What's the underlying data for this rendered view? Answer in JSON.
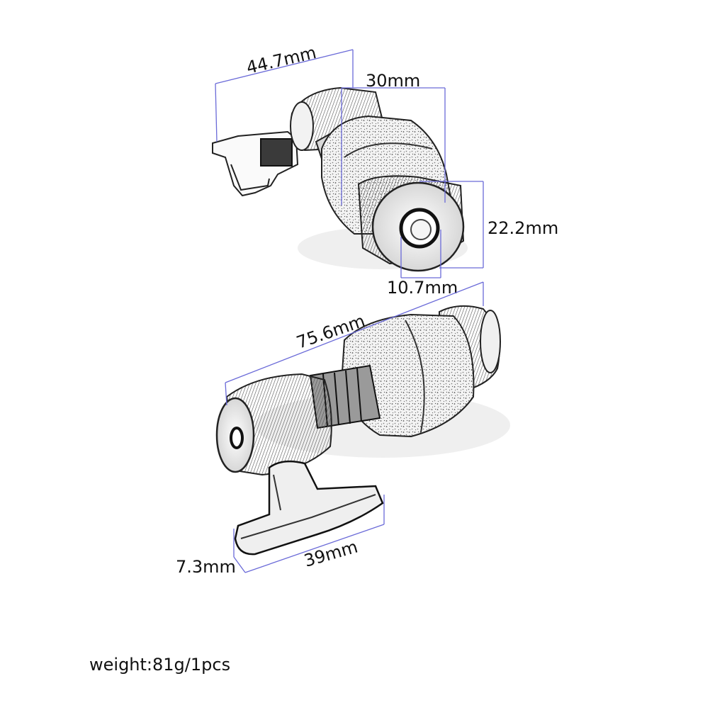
{
  "dimensions": {
    "top_length": "44.7mm",
    "top_width": "30mm",
    "outer_diameter": "22.2mm",
    "inner_diameter": "10.7mm",
    "total_length": "75.6mm",
    "wing_height": "7.3mm",
    "wing_length": "39mm"
  },
  "weight": "weight:81g/1pcs",
  "colors": {
    "dimension_line": "#6a6ad8",
    "sketch": "#222222"
  }
}
